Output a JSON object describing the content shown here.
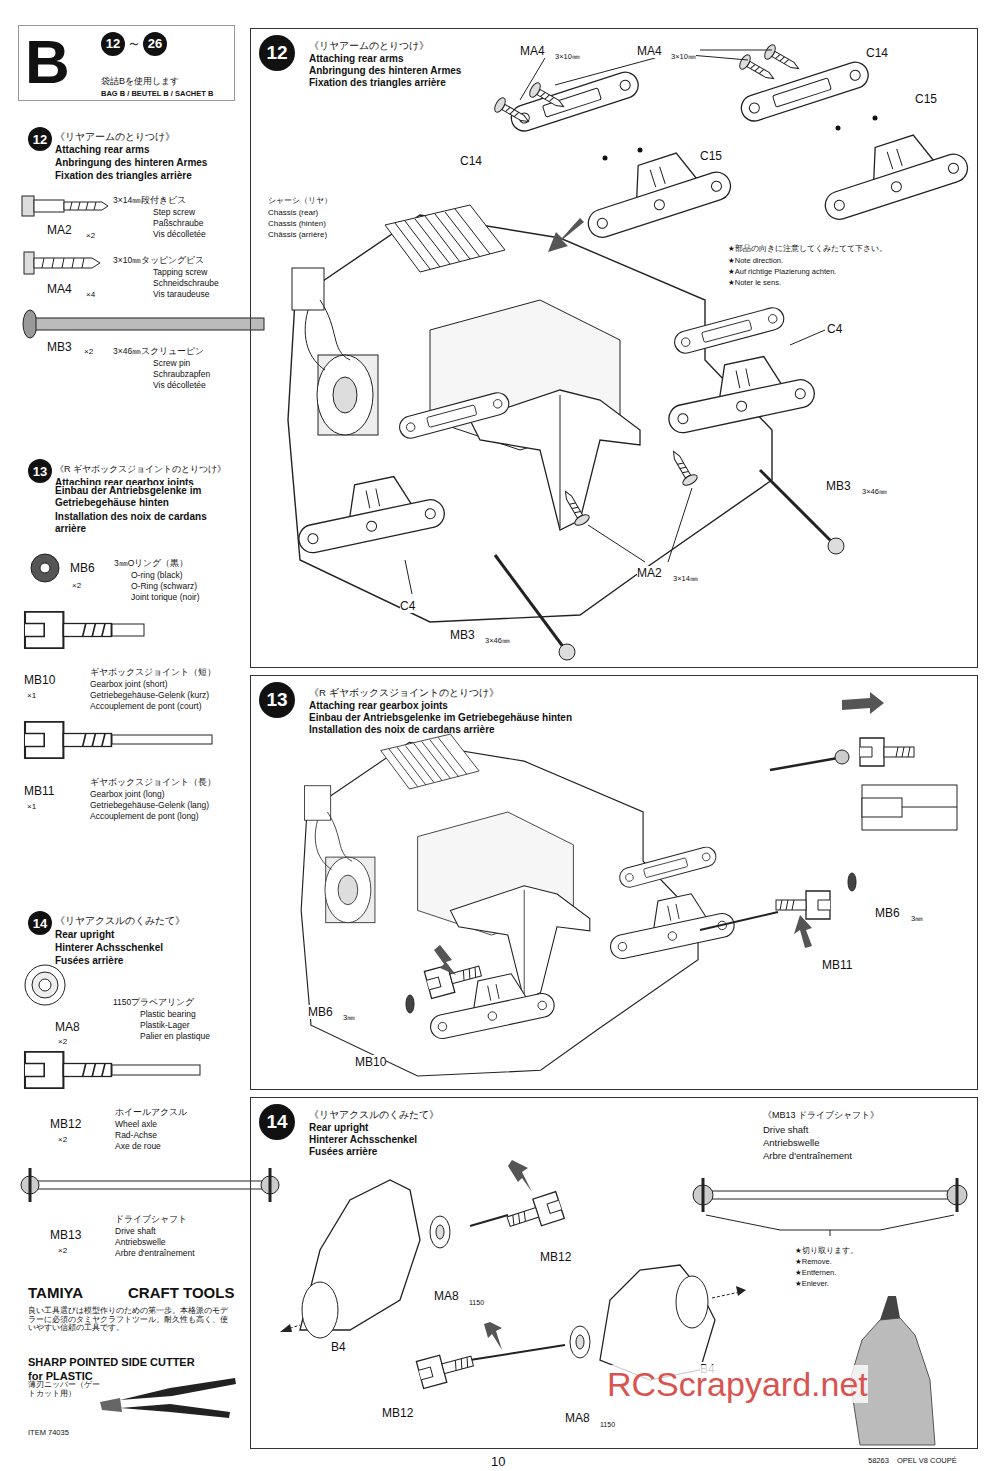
{
  "diagram": {
    "nodes": [
      {
        "text": [
          "B",
          "12",
          "～",
          "26",
          "袋詰Bを使用します",
          "BAG B / BEUTEL B / SACHET B"
        ]
      },
      {
        "text": [
          "《リヤアームのとりつけ》",
          "Attaching rear arms",
          "Anbringung des hinteren Armes",
          "Fixation des triangles arrière"
        ]
      },
      {
        "text": [
          "12"
        ],
        "in": 1
      },
      {
        "text": [
          "《R ギヤボックスジョイントのとりつけ》",
          "Attaching rear gearbox joints",
          "Einbau der Antriebsgelenke im Getriebegehäuse hinten",
          "Installation des noix de cardans arrière"
        ]
      },
      {
        "text": [
          "13"
        ],
        "in": 3
      },
      {
        "text": [
          "《リヤアクスルのくみたて》",
          "Rear upright",
          "Hinterer Achsschenkel",
          "Fusées arrière"
        ]
      },
      {
        "text": [
          "14"
        ],
        "in": 5
      },
      {
        "text": [
          "12"
        ]
      },
      {
        "text": [
          "13"
        ]
      },
      {
        "text": [
          "14"
        ]
      }
    ],
    "labels": [
      "《リヤアームのとりつけ》",
      "Attaching rear arms",
      "Anbringung des hinteren Armes",
      "Fixation des triangles arrière",
      "3×14㎜段付きビス",
      "Step screw",
      "Paßschraube",
      "Vis décolletée",
      "MA2",
      "×2",
      "3×10㎜タッピングビス",
      "Tapping screw",
      "Schneidschraube",
      "Vis taraudeuse",
      "MA4",
      "×4",
      "MB3",
      "×2",
      "3×46㎜スクリューピン",
      "Screw pin",
      "Schraubzapfen",
      "Vis décolletée",
      "《R ギヤボックスジョイントのとりつけ》",
      "Attaching rear gearbox joints",
      "Einbau der Antriebsgelenke im Getriebegehäuse hinten",
      "Installation des noix de cardans arrière",
      "MB6",
      "×2",
      "3㎜Oリング（黒）",
      "O-ring (black)",
      "O-Ring (schwarz)",
      "Joint torique (noir)",
      "ギヤボックスジョイント（短）",
      "Gearbox joint (short)",
      "Getriebegehäuse-Gelenk (kurz)",
      "Accouplement de pont (court)",
      "MB10",
      "×1",
      "ギヤボックスジョイント（長）",
      "Gearbox joint (long)",
      "Getriebegehäuse-Gelenk (lang)",
      "Accouplement de pont (long)",
      "MB11",
      "×1",
      "《リヤアクスルのくみたて》",
      "Rear upright",
      "Hinterer Achsschenkel",
      "Fusées arrière",
      "1150プラベアリング",
      "Plastic bearing",
      "Plastik-Lager",
      "Palier en plastique",
      "MA8",
      "×2",
      "ホイールアクスル",
      "Wheel axle",
      "Rad-Achse",
      "Axe de roue",
      "MB12",
      "×2",
      "ドライブシャフト",
      "Drive shaft",
      "Antriebswelle",
      "Arbre d'entraînement",
      "MB13",
      "×2",
      "TAMIYA",
      "CRAFT TOOLS",
      "良い工具選びは模型作りのための第一歩。本格派のモデラーに必須のタミヤクラフトツール。耐久性も高く、使いやすい信頼の工具です。",
      "SHARP POINTED SIDE CUTTER",
      "for PLASTIC",
      "薄刃ニッパー（ゲートカット用）",
      "ITEM 74035",
      "MA4",
      "3×10㎜",
      "MA4",
      "3×10㎜",
      "C14",
      "C15",
      "C14",
      "C15",
      "シャーシ（リヤ）",
      "Chassis (rear)",
      "Chassis (hinten)",
      "Châssis (arrière)",
      "★部品の向きに注意してくみたてて下さい。",
      "★Note direction.",
      "★Auf richtige Plazierung achten.",
      "★Noter le sens.",
      "C4",
      "MB3",
      "3×46㎜",
      "MA2",
      "3×14㎜",
      "C4",
      "MB3",
      "3×46㎜",
      "MB6",
      "3㎜",
      "MB11",
      "MB6",
      "3㎜",
      "MB10",
      "《MB13 ドライブシャフト》",
      "Drive shaft",
      "Antriebswelle",
      "Arbre d'entraînement",
      "★切り取ります。",
      "★Remove.",
      "★Entfernen.",
      "★Enlever.",
      "MB12",
      "MA8",
      "1150",
      "B4",
      "B4",
      "MB12",
      "MA8",
      "1150",
      "10",
      "58263",
      "OPEL V8 COUPÉ",
      "RCScrapyard.net"
    ]
  }
}
